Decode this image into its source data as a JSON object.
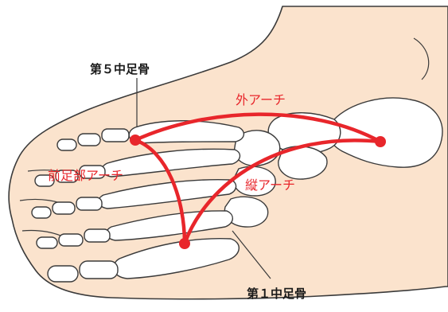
{
  "labels": {
    "fifth_metatarsal": "第５中足骨",
    "first_metatarsal": "第１中足骨",
    "lateral_arch": "外アーチ",
    "forefoot_arch": "前足部アーチ",
    "medial_arch": "縦アーチ"
  },
  "colors": {
    "arch_red": "#e8262b",
    "skin": "#fbe3cd",
    "outline": "#3a3a3a",
    "bone": "#ffffff"
  }
}
